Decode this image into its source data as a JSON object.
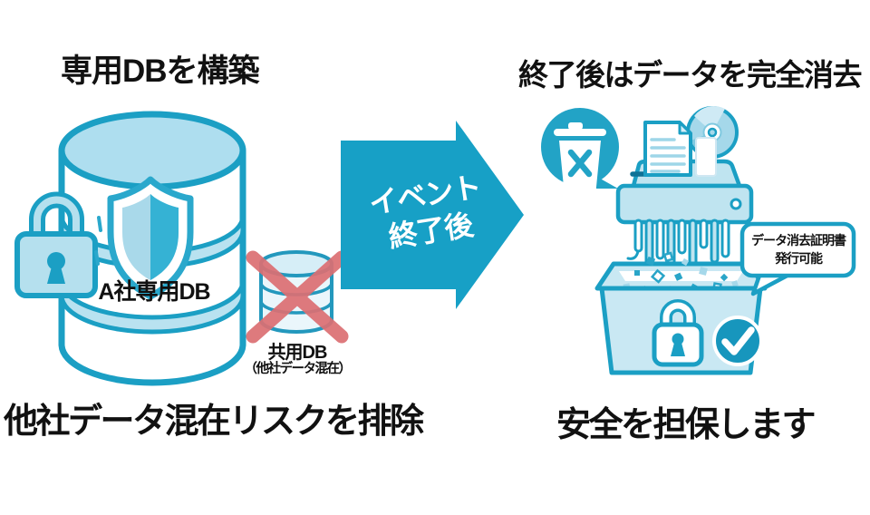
{
  "palette": {
    "teal": "#1b9fc4",
    "teal_deep": "#0e7296",
    "bubble_teal": "#22a3c6",
    "sky": "#b9e2f0",
    "sky_light": "#d6eef7",
    "accent": "#35b2d4",
    "cross_red": "#dc6f73",
    "ink": "#111111",
    "background": "#ffffff"
  },
  "left": {
    "title": "専用DBを構築",
    "db_label": "A社専用DB",
    "shared_db_label": "共用DB",
    "shared_db_note": "（他社データ混在）",
    "caption": "他社データ混在リスクを排除"
  },
  "arrow": {
    "line1": "イベント",
    "line2": "終了後"
  },
  "right": {
    "title": "終了後はデータを完全消去",
    "bubble_line1": "データ消去証明書",
    "bubble_line2": "発行可能",
    "caption": "安全を担保します"
  },
  "icons": {
    "database": "database-cylinder-icon",
    "shield": "shield-icon",
    "padlock": "padlock-icon",
    "crossed_db": "crossed-database-icon",
    "arrow": "arrow-right-icon",
    "trash_bubble": "trash-delete-bubble-icon",
    "shredder": "paper-shredder-icon",
    "document": "document-icon",
    "cd": "cd-disc-icon",
    "bin": "secure-bin-icon",
    "white_padlock": "white-padlock-icon",
    "check": "checkmark-circle-icon",
    "certificate_bubble": "speech-bubble-icon"
  }
}
